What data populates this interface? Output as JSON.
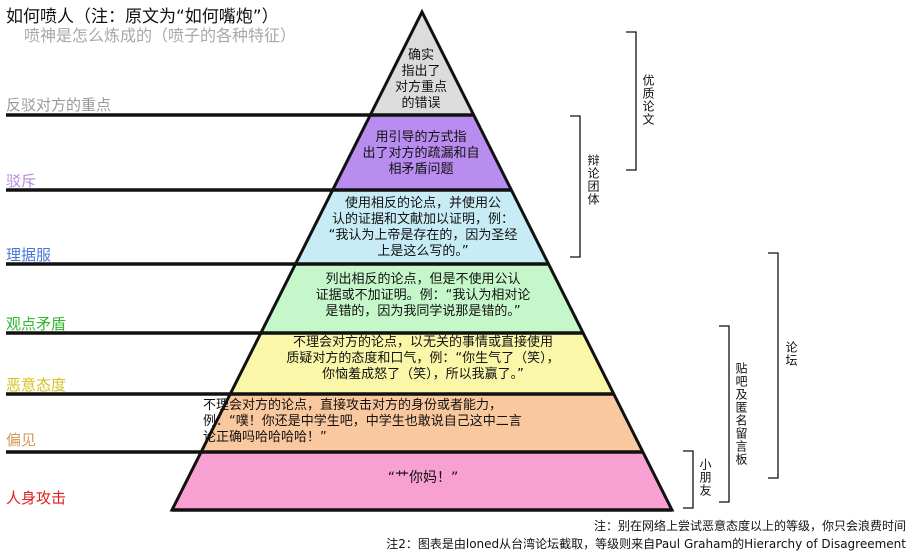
{
  "title": "如何喷人（注：原文为“如何嘴炮”）",
  "subtitle": "喷神是怎么炼成的（喷子的各种特征）",
  "levels": [
    {
      "label": "反驳对方的重点",
      "color": "#9a9a9a",
      "fill": "#dcdcdc",
      "text": "确实\n指出了\n对方重点\n的错误"
    },
    {
      "label": "驳斥",
      "color": "#b58ae0",
      "fill": "#b98cf0",
      "text": "用引导的方式指\n出了对方的疏漏和自\n相矛盾问题"
    },
    {
      "label": "理据服",
      "color": "#4a78d8",
      "fill": "#c8ecf6",
      "text": "使用相反的论点，并使用公\n认的证据和文献加以证明，例：\n“我认为上帝是存在的，因为圣经\n上是这么写的。”"
    },
    {
      "label": "观点矛盾",
      "color": "#2db82d",
      "fill": "#c6f7cb",
      "text": "列出相反的论点，但是不使用公认\n证据或不加证明。例：“我认为相对论\n是错的，因为我同学说那是错的。”"
    },
    {
      "label": "恶意态度",
      "color": "#d4c21c",
      "fill": "#fbf7a8",
      "text": "不理会对方的论点，以无关的事情或直接使用\n质疑对方的态度和口气，例：“你生气了（笑），\n你恼羞成怒了（笑），所以我赢了。”"
    },
    {
      "label": "偏见",
      "color": "#d79a5a",
      "fill": "#fac89e",
      "text": "不理会对方的论点，直接攻击对方的身份或者能力，\n例：“噗！你还是中学生吧，中学生也敢说自己这中二言\n论正确吗哈哈哈哈！”"
    },
    {
      "label": "人身攻击",
      "color": "#e02020",
      "fill": "#f9a0d2",
      "text": "“艹你妈！”"
    }
  ],
  "brackets": [
    {
      "label": "优质论文"
    },
    {
      "label": "辩论团体"
    },
    {
      "label": "论坛"
    },
    {
      "label": "贴吧及匿名留言板"
    },
    {
      "label": "小朋友"
    }
  ],
  "notes": [
    "注：别在网络上尝试恶意态度以上的等级，你只会浪费时间",
    "注2：图表是由loned从台湾论坛截取，等级则来自Paul Graham的Hierarchy of Disagreement"
  ]
}
